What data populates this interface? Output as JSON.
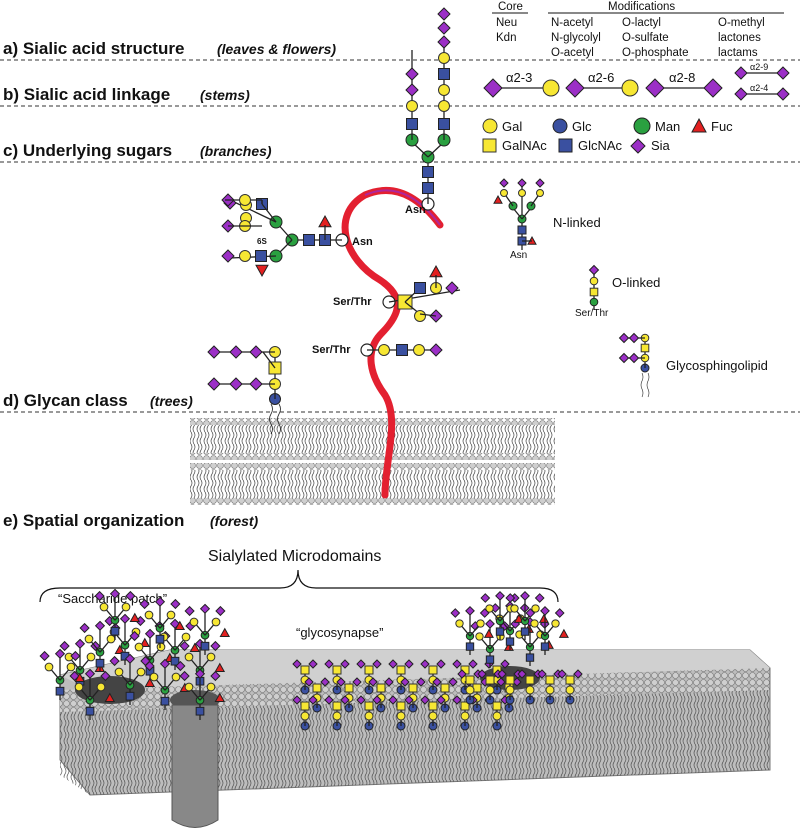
{
  "sections": {
    "a": {
      "label": "a) Sialic acid structure",
      "sub": "(leaves & flowers)"
    },
    "b": {
      "label": "b) Sialic acid linkage",
      "sub": "(stems)"
    },
    "c": {
      "label": "c) Underlying sugars",
      "sub": "(branches)"
    },
    "d": {
      "label": "d) Glycan class",
      "sub": "(trees)"
    },
    "e": {
      "label": "e) Spatial organization",
      "sub": "(forest)"
    }
  },
  "core": {
    "header": "Core",
    "items": [
      "Neu",
      "Kdn"
    ]
  },
  "modifications": {
    "header": "Modifications",
    "col1": [
      "N-acetyl",
      "N-glycolyl",
      "O-acetyl"
    ],
    "col2": [
      "O-lactyl",
      "O-sulfate",
      "O-phosphate"
    ],
    "col3": [
      "O-methyl",
      "lactones",
      "lactams"
    ]
  },
  "linkages": [
    "α2-3",
    "α2-6",
    "α2-8",
    "α2-9",
    "α2-4"
  ],
  "legend": {
    "gal": "Gal",
    "glc": "Glc",
    "man": "Man",
    "fuc": "Fuc",
    "galnac": "GalNAc",
    "glcnac": "GlcNAc",
    "sia": "Sia"
  },
  "attachments": {
    "asn": "Asn",
    "serthr": "Ser/Thr",
    "sulfate": "6S"
  },
  "classes": {
    "nlinked": "N-linked",
    "olinked": "O-linked",
    "gsl": "Glycosphingolipid",
    "asn": "Asn",
    "serthr": "Ser/Thr"
  },
  "forest": {
    "title": "Sialylated Microdomains",
    "patch": "“Saccharide patch”",
    "synapse": "“glycosynapse”"
  },
  "colors": {
    "gal": "#f7e733",
    "glc": "#3a50a0",
    "man": "#2aa040",
    "fuc": "#e32020",
    "sia": "#9b2fc6",
    "protein": "#e32030",
    "membrane": "#c8c8c8"
  }
}
